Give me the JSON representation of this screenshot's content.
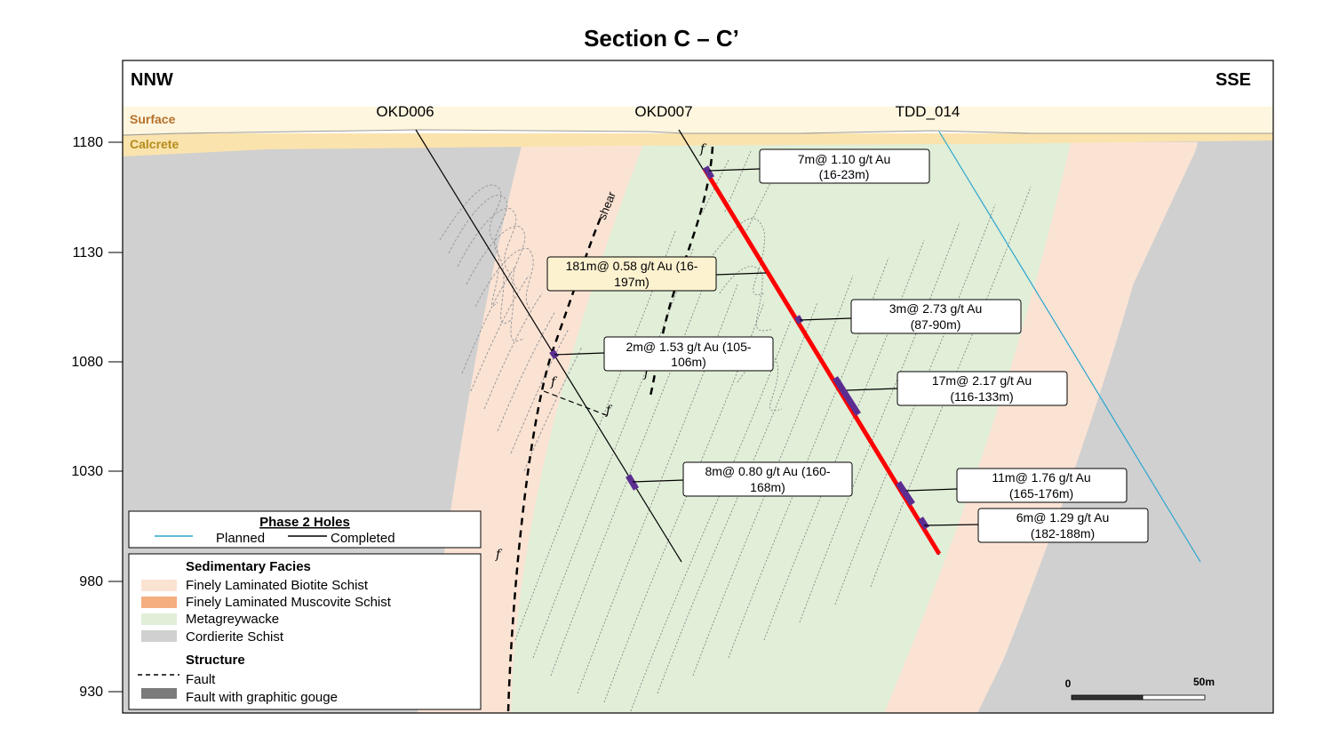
{
  "title": "Section C – C’",
  "directions": {
    "left": "NNW",
    "right": "SSE"
  },
  "surface_labels": {
    "surface": "Surface",
    "calcrete": "Calcrete"
  },
  "surface_colors": {
    "surface": "#b4712c",
    "calcrete": "#b48c1c"
  },
  "elevations": [
    "1180",
    "1130",
    "1080",
    "1030",
    "980",
    "930"
  ],
  "holes": [
    {
      "name": "OKD006",
      "color": "#000000"
    },
    {
      "name": "OKD007",
      "color": "#000000"
    },
    {
      "name": "TDD_014",
      "color": "#2aa5cf"
    }
  ],
  "shear_label": "shear",
  "fault_symbol": "f",
  "intercepts": [
    {
      "line1": "7m@ 1.10 g/t Au",
      "line2": "(16-23m)"
    },
    {
      "line1": "181m@ 0.58 g/t Au (16-",
      "line2": "197m)"
    },
    {
      "line1": "3m@ 2.73 g/t Au",
      "line2": "(87-90m)"
    },
    {
      "line1": "2m@ 1.53 g/t Au (105-",
      "line2": "106m)"
    },
    {
      "line1": "17m@ 2.17 g/t Au",
      "line2": "(116-133m)"
    },
    {
      "line1": "8m@ 0.80 g/t Au (160-",
      "line2": "168m)"
    },
    {
      "line1": "11m@ 1.76 g/t Au",
      "line2": "(165-176m)"
    },
    {
      "line1": "6m@ 1.29 g/t Au",
      "line2": "(182-188m)"
    }
  ],
  "legend_holes": {
    "title": "Phase 2 Holes",
    "planned": "Planned",
    "completed": "Completed",
    "planned_color": "#2aa5cf",
    "completed_color": "#000000"
  },
  "legend_facies": {
    "title": "Sedimentary Facies",
    "items": [
      {
        "label": "Finely Laminated Biotite Schist",
        "color": "#fbe3d4"
      },
      {
        "label": "Finely Laminated Muscovite Schist",
        "color": "#f4ae80"
      },
      {
        "label": "Metagreywacke",
        "color": "#e1eed8"
      },
      {
        "label": "Cordierite Schist",
        "color": "#d0d0d0"
      }
    ]
  },
  "legend_structure": {
    "title": "Structure",
    "items": [
      {
        "label": "Fault"
      },
      {
        "label": "Fault with graphitic gouge"
      }
    ]
  },
  "scale_bar": {
    "start": "0",
    "end": "50m"
  },
  "highlight_color": "#ff0000",
  "assay_mark_color": "#5b2d91",
  "callout_highlight_fill": "#fdf2d0"
}
